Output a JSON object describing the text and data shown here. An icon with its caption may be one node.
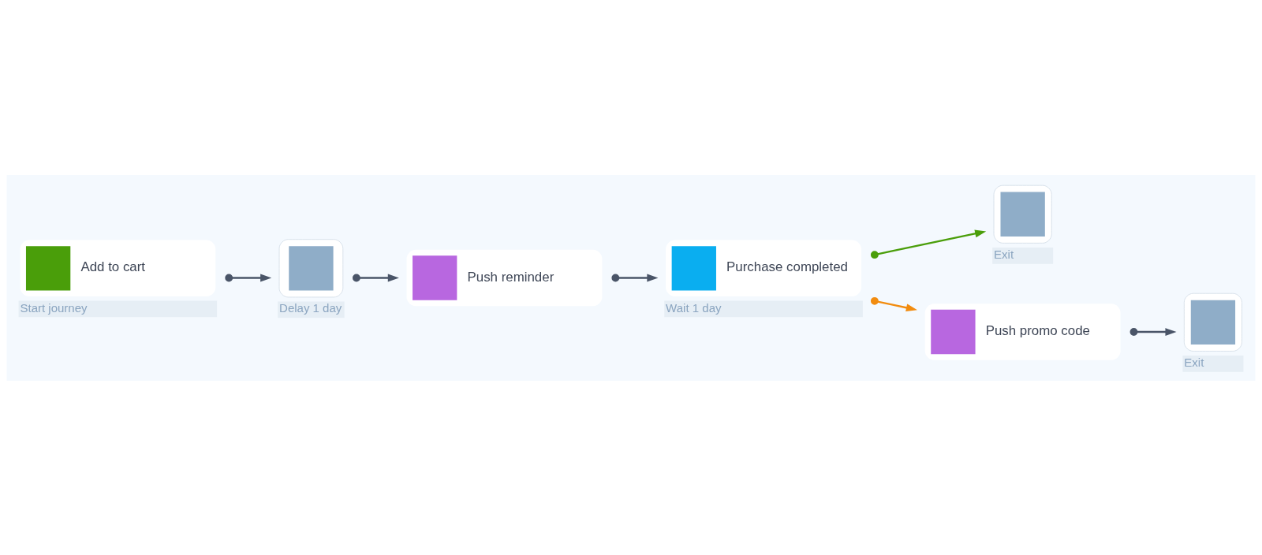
{
  "diagram": {
    "nodes": [
      {
        "text": [
          "Add to cart"
        ],
        "beside": [
          "Start journey"
        ]
      },
      {
        "text": [],
        "shape": "box",
        "beside": [
          "Delay 1 day"
        ]
      },
      {
        "text": [
          "Push reminder"
        ]
      },
      {
        "text": [
          "Purchase completed"
        ],
        "beside": [
          "Wait 1 day"
        ]
      },
      {
        "text": [],
        "shape": "box",
        "beside": [
          "Exit"
        ]
      },
      {
        "text": [
          "Push promo code"
        ]
      },
      {
        "text": [],
        "shape": "box",
        "beside": [
          "Exit"
        ]
      }
    ],
    "edges": [
      {
        "from": 0,
        "to": 1,
        "arrow": "to"
      },
      {
        "from": 1,
        "to": 2,
        "arrow": "to"
      },
      {
        "from": 2,
        "to": 3,
        "arrow": "to"
      },
      {
        "from": 3,
        "to": 4,
        "arrow": "to",
        "color": "#4a9e0a"
      },
      {
        "from": 3,
        "to": 5,
        "arrow": "to",
        "color": "#f28c0f"
      },
      {
        "from": 5,
        "to": 6,
        "arrow": "to"
      }
    ]
  }
}
